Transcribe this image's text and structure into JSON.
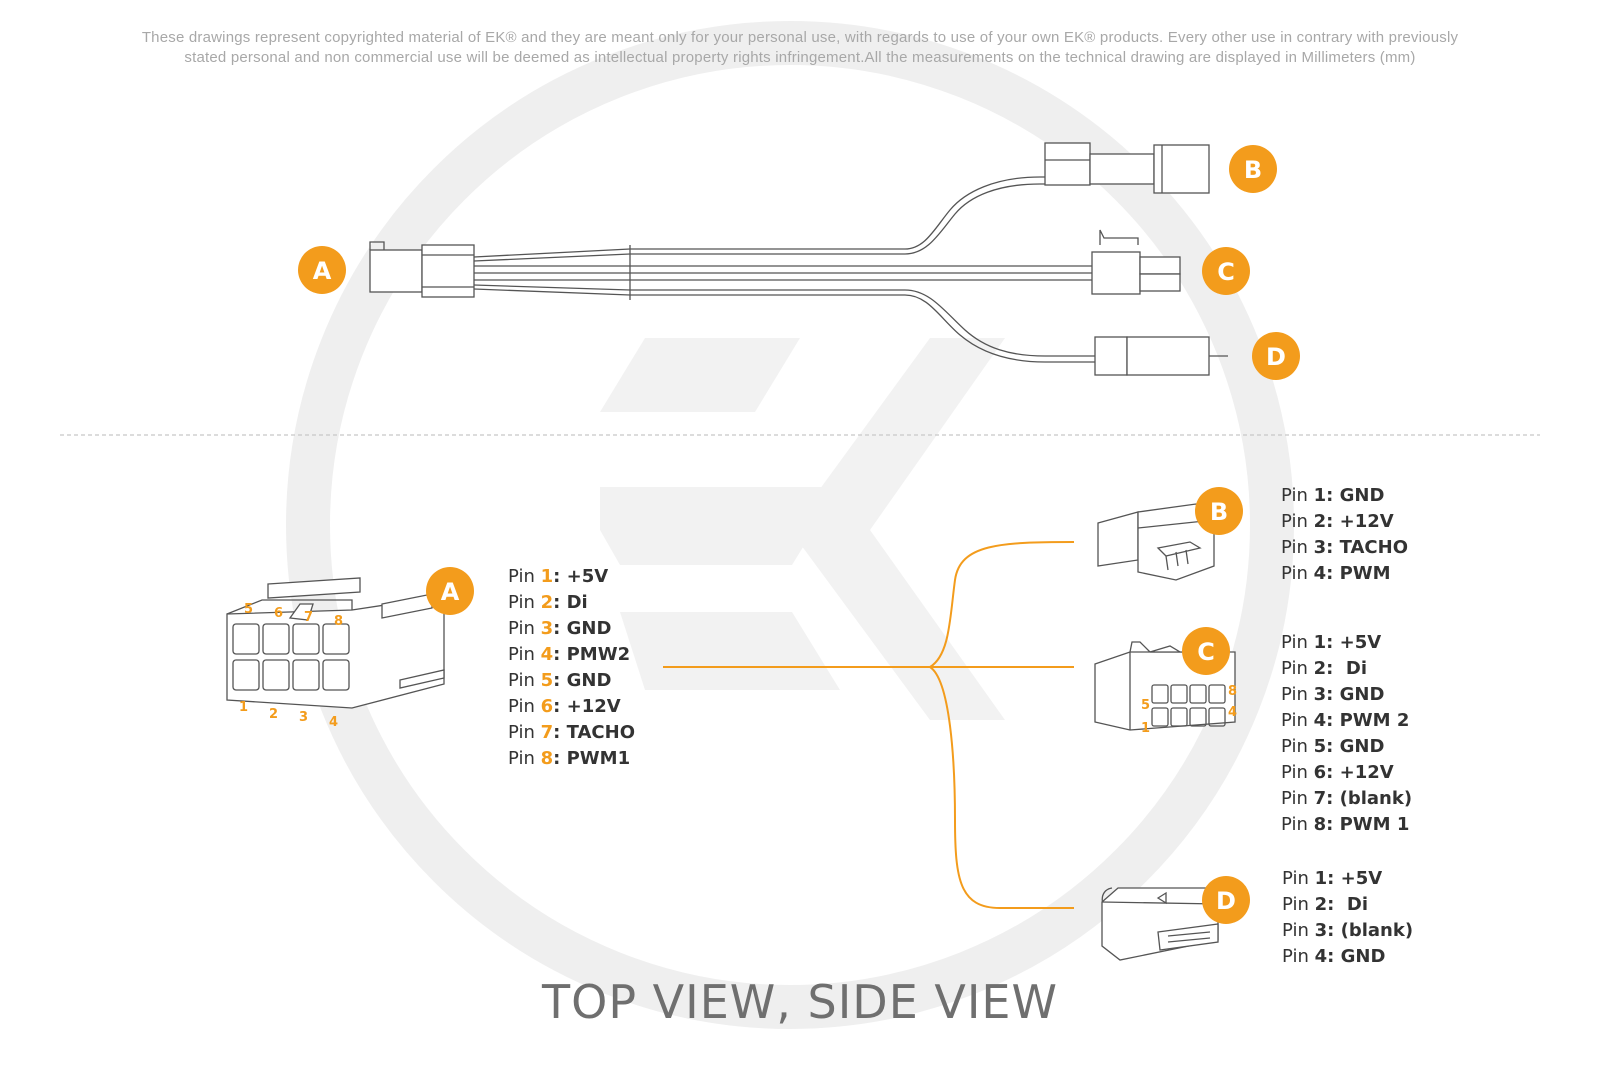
{
  "disclaimer": {
    "line1": "These drawings represent copyrighted material of EK® and they are meant only for your personal use, with regards to use of  your own EK® products. Every other use in contrary with previously",
    "line2": "stated personal and non commercial use will be deemed as intellectual property rights infringement.All the measurements on the technical drawing are displayed in Millimeters (mm)"
  },
  "colors": {
    "accent": "#f39c1c",
    "outline": "#555555",
    "watermark": "#efefef",
    "text": "#333333"
  },
  "labels": {
    "a": "A",
    "b": "B",
    "c": "C",
    "d": "D"
  },
  "connector_a_numbers": [
    "1",
    "2",
    "3",
    "4",
    "5",
    "6",
    "7",
    "8"
  ],
  "connector_c_numbers": {
    "n5": "5",
    "n1": "1",
    "n8": "8",
    "n4": "4"
  },
  "pins_a": [
    {
      "word": "Pin",
      "num": "1",
      "fn": ": +5V"
    },
    {
      "word": "Pin",
      "num": "2",
      "fn": ": Di"
    },
    {
      "word": "Pin",
      "num": "3",
      "fn": ": GND"
    },
    {
      "word": "Pin",
      "num": "4",
      "fn": ": PMW2"
    },
    {
      "word": "Pin",
      "num": "5",
      "fn": ": GND"
    },
    {
      "word": "Pin",
      "num": "6",
      "fn": ": +12V"
    },
    {
      "word": "Pin",
      "num": "7",
      "fn": ": TACHO"
    },
    {
      "word": "Pin",
      "num": "8",
      "fn": ": PWM1"
    }
  ],
  "pins_b": [
    {
      "word": "Pin",
      "num": "1:",
      "fn": " GND"
    },
    {
      "word": "Pin",
      "num": "2:",
      "fn": " +12V"
    },
    {
      "word": "Pin",
      "num": "3:",
      "fn": " TACHO"
    },
    {
      "word": "Pin",
      "num": "4:",
      "fn": " PWM"
    }
  ],
  "pins_c": [
    {
      "word": "Pin",
      "num": "1:",
      "fn": " +5V"
    },
    {
      "word": "Pin",
      "num": "2:",
      "fn": "  Di"
    },
    {
      "word": "Pin",
      "num": "3:",
      "fn": " GND"
    },
    {
      "word": "Pin",
      "num": "4:",
      "fn": " PWM 2"
    },
    {
      "word": "Pin",
      "num": "5:",
      "fn": " GND"
    },
    {
      "word": "Pin",
      "num": "6:",
      "fn": " +12V"
    },
    {
      "word": "Pin",
      "num": "7:",
      "fn": " (blank)"
    },
    {
      "word": "Pin",
      "num": "8:",
      "fn": " PWM 1"
    }
  ],
  "pins_d": [
    {
      "word": "Pin",
      "num": "1:",
      "fn": " +5V"
    },
    {
      "word": "Pin",
      "num": "2:",
      "fn": "  Di"
    },
    {
      "word": "Pin",
      "num": "3:",
      "fn": " (blank)"
    },
    {
      "word": "Pin",
      "num": "4:",
      "fn": " GND"
    }
  ],
  "footer": {
    "title": "TOP VIEW, SIDE VIEW"
  }
}
